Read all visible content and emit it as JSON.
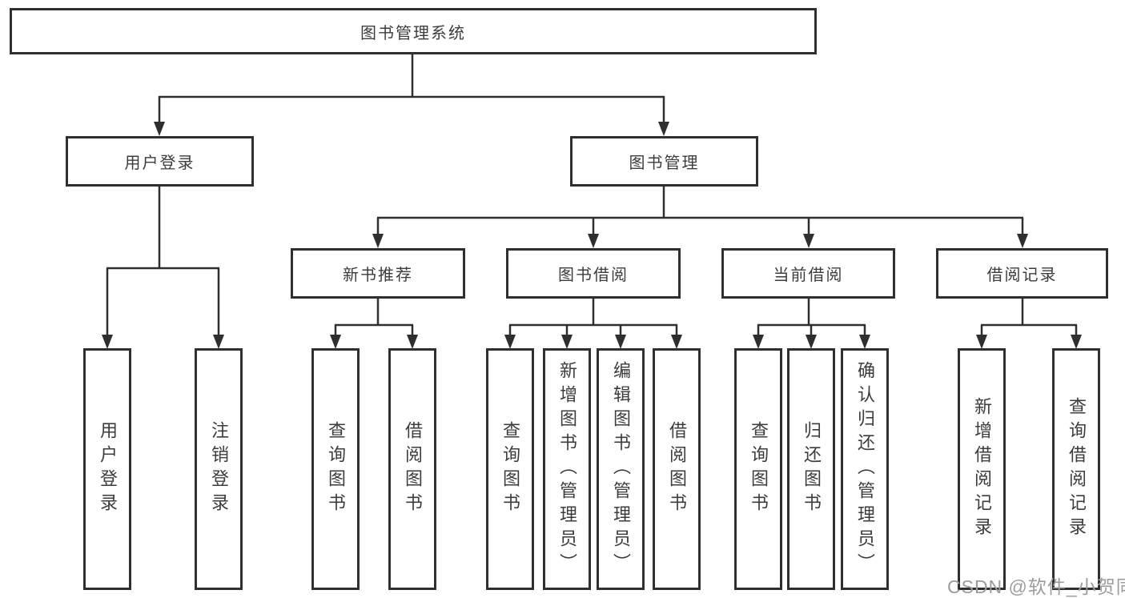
{
  "diagram": {
    "root": "图书管理系统",
    "branches": [
      {
        "label": "用户登录",
        "children": [
          "用户登录",
          "注销登录"
        ]
      },
      {
        "label": "图书管理",
        "sections": [
          {
            "label": "新书推荐",
            "children": [
              "查询图书",
              "借阅图书"
            ]
          },
          {
            "label": "图书借阅",
            "children": [
              "查询图书",
              "新增图书（管理员）",
              "编辑图书（管理员）",
              "借阅图书"
            ]
          },
          {
            "label": "当前借阅",
            "children": [
              "查询图书",
              "归还图书",
              "确认归还（管理员）"
            ]
          },
          {
            "label": "借阅记录",
            "children": [
              "新增借阅记录",
              "查询借阅记录"
            ]
          }
        ]
      }
    ],
    "watermark": "CSDN @软件_小贺同学",
    "colors": {
      "line": "#2f2f2f",
      "text": "#3c3c3c",
      "background": "#ffffff",
      "watermark": "#9c9c9c"
    }
  }
}
